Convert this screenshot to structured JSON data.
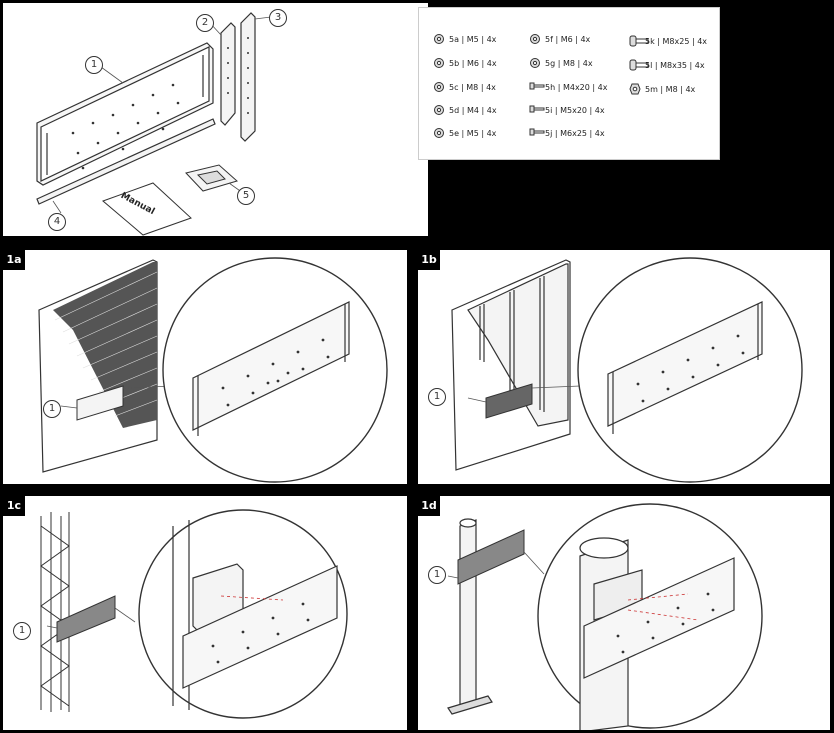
{
  "overview": {
    "callouts": [
      "1",
      "2",
      "3",
      "4",
      "5"
    ],
    "manual_label": "Manual"
  },
  "parts": [
    {
      "id": "5a",
      "spec": "M5",
      "qty": "4x",
      "icon": "washer-icon"
    },
    {
      "id": "5b",
      "spec": "M6",
      "qty": "4x",
      "icon": "washer-icon"
    },
    {
      "id": "5c",
      "spec": "M8",
      "qty": "4x",
      "icon": "washer-icon"
    },
    {
      "id": "5d",
      "spec": "M4",
      "qty": "4x",
      "icon": "washer-icon"
    },
    {
      "id": "5e",
      "spec": "M5",
      "qty": "4x",
      "icon": "washer-icon"
    },
    {
      "id": "5f",
      "spec": "M6",
      "qty": "4x",
      "icon": "washer-icon"
    },
    {
      "id": "5g",
      "spec": "M8",
      "qty": "4x",
      "icon": "washer-icon"
    },
    {
      "id": "5h",
      "spec": "M4x20",
      "qty": "4x",
      "icon": "screw-icon"
    },
    {
      "id": "5i",
      "spec": "M5x20",
      "qty": "4x",
      "icon": "screw-icon"
    },
    {
      "id": "5j",
      "spec": "M6x25",
      "qty": "4x",
      "icon": "screw-icon"
    },
    {
      "id": "5k",
      "spec": "M8x25",
      "qty": "4x",
      "icon": "bolt-icon"
    },
    {
      "id": "5l",
      "spec": "M8x35",
      "qty": "4x",
      "icon": "bolt-icon"
    },
    {
      "id": "5m",
      "spec": "M8",
      "qty": "4x",
      "icon": "nut-icon"
    }
  ],
  "steps": [
    {
      "tag": "1a",
      "callout": "1",
      "scene": "brick-wall"
    },
    {
      "tag": "1b",
      "callout": "1",
      "scene": "stud-wall"
    },
    {
      "tag": "1c",
      "callout": "1",
      "scene": "truss"
    },
    {
      "tag": "1d",
      "callout": "1",
      "scene": "pole-stand"
    }
  ]
}
